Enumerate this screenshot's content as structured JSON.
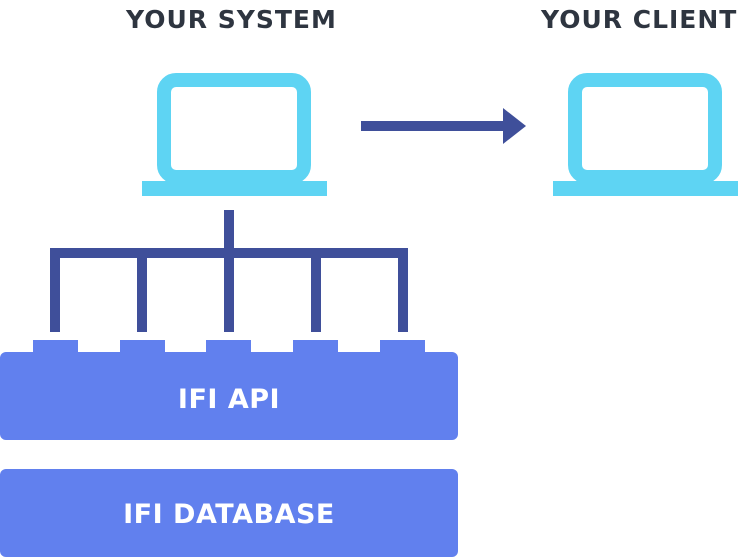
{
  "labels": {
    "system": "YOUR SYSTEM",
    "client": "YOUR CLIENT"
  },
  "blocks": {
    "api": "IFI API",
    "database": "IFI DATABASE"
  },
  "icons": {
    "system": "laptop-icon",
    "client": "laptop-icon",
    "arrow": "arrow-right-icon"
  },
  "colors": {
    "laptop": "#5ed4f3",
    "connector": "#3f4f9a",
    "block": "#6180ee",
    "heading": "#2e3540"
  }
}
